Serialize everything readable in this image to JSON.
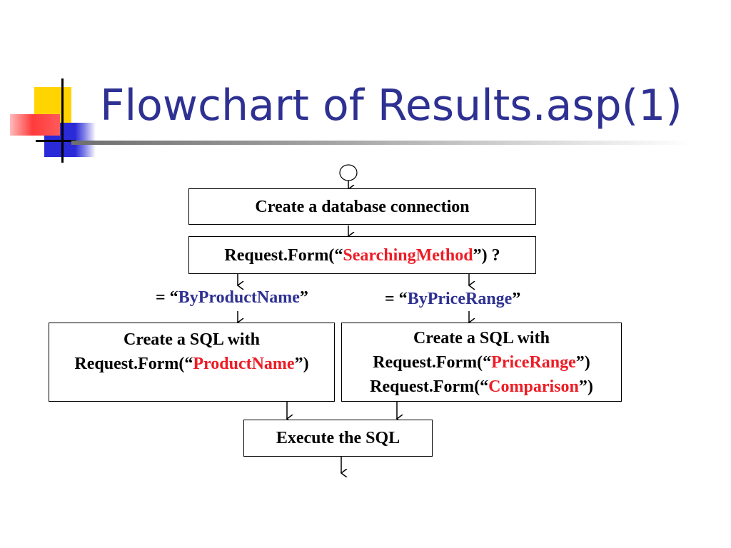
{
  "slide": {
    "title": "Flowchart of Results.asp(1)"
  },
  "flowchart": {
    "create_connection": "Create a database connection",
    "request_method": {
      "prefix": "Request.Form(“",
      "param": "SearchingMethod",
      "suffix": "”) ?"
    },
    "cond_product": {
      "prefix": "= “",
      "value": "ByProductName",
      "suffix": "”"
    },
    "cond_price": {
      "prefix": "= “",
      "value": "ByPriceRange",
      "suffix": "”"
    },
    "sql_product": {
      "line1": "Create a SQL with",
      "line2_prefix": "Request.Form(“",
      "line2_param": "ProductName",
      "line2_suffix": "”)"
    },
    "sql_price": {
      "line1": "Create a SQL with",
      "line2_prefix": "Request.Form(“",
      "line2_param": "PriceRange",
      "line2_suffix": "”)",
      "line3_prefix": "Request.Form(“",
      "line3_param": "Comparison",
      "line3_suffix": "”)"
    },
    "execute": "Execute the SQL"
  },
  "colors": {
    "title": "#2e3192",
    "param_red": "#ee1c25",
    "value_blue": "#2e3192"
  }
}
